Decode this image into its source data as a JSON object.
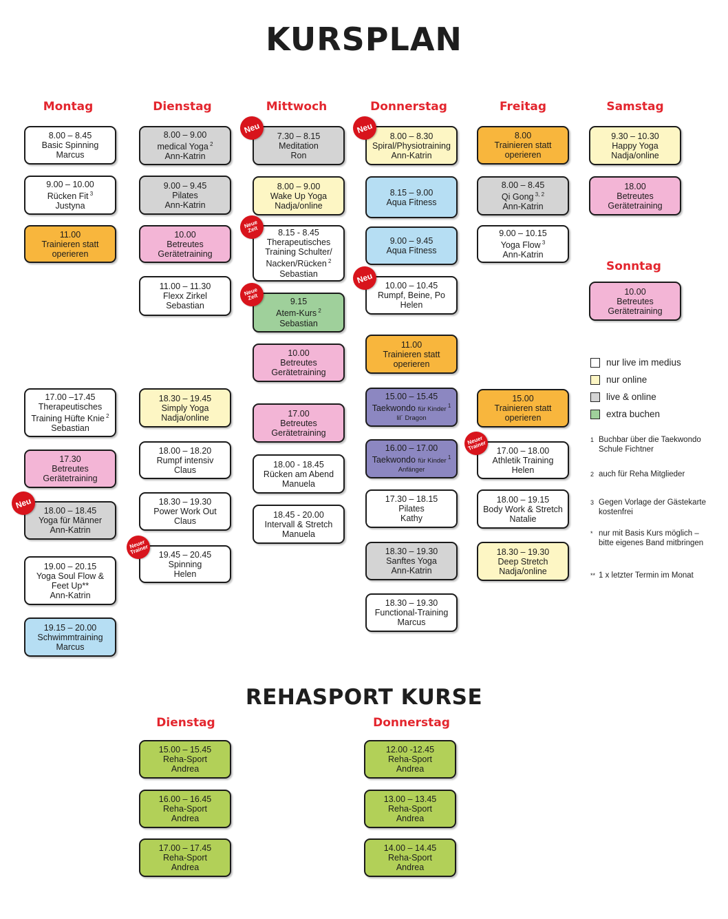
{
  "title": "KURSPLAN",
  "reha_title": "REHASPORT KURSE",
  "colors": {
    "white": "#ffffff",
    "gray": "#d4d4d4",
    "yellow": "#fdf6c4",
    "orange": "#f8b63d",
    "pink": "#f3b5d6",
    "blue": "#b6def3",
    "green": "#9fd09b",
    "purple": "#8c87c1",
    "lime": "#b2d058",
    "heading_red": "#e3262e"
  },
  "days": {
    "montag": "Montag",
    "dienstag": "Dienstag",
    "mittwoch": "Mittwoch",
    "donnerstag": "Donnerstag",
    "freitag": "Freitag",
    "samstag": "Samstag",
    "sonntag": "Sonntag"
  },
  "badges": {
    "neu": "Neu",
    "neue_zeit": [
      "Neue",
      "Zeit"
    ],
    "neuer_trainer": [
      "Neuer",
      "Trainer"
    ]
  },
  "schedule": {
    "montag": [
      {
        "time": "8.00 – 8.45",
        "name": "Basic Spinning",
        "sup": "",
        "trainer": "Marcus",
        "color": "white"
      },
      {
        "time": "9.00 – 10.00",
        "name": "Rücken Fit",
        "sup": "3",
        "trainer": "Justyna",
        "color": "white"
      },
      {
        "time": "11.00",
        "name": "Trainieren statt",
        "sup": "",
        "trainer": "operieren",
        "color": "orange"
      },
      {
        "time": "17.00 –17.45",
        "name": "Therapeutisches",
        "name2": "Training Hüfte Knie",
        "sup": "2",
        "trainer": "Sebastian",
        "color": "white"
      },
      {
        "time": "17.30",
        "name": "Betreutes",
        "sup": "",
        "trainer": "Gerätetraining",
        "color": "pink"
      },
      {
        "time": "18.00 – 18.45",
        "name": "Yoga für Männer",
        "sup": "",
        "trainer": "Ann-Katrin",
        "color": "gray",
        "badge": "neu"
      },
      {
        "time": "19.00 – 20.15",
        "name": "Yoga Soul Flow &",
        "name2": "Feet Up**",
        "sup": "",
        "trainer": "Ann-Katrin",
        "color": "white"
      },
      {
        "time": "19.15 – 20.00",
        "name": "Schwimmtraining",
        "sup": "",
        "trainer": "Marcus",
        "color": "blue"
      }
    ],
    "dienstag": [
      {
        "time": "8.00 – 9.00",
        "name": "medical Yoga",
        "sup": "2",
        "trainer": "Ann-Katrin",
        "color": "gray"
      },
      {
        "time": "9.00 – 9.45",
        "name": "Pilates",
        "sup": "",
        "trainer": "Ann-Katrin",
        "color": "gray"
      },
      {
        "time": "10.00",
        "name": "Betreutes",
        "sup": "",
        "trainer": "Gerätetraining",
        "color": "pink"
      },
      {
        "time": "11.00 – 11.30",
        "name": "Flexx Zirkel",
        "sup": "",
        "trainer": "Sebastian",
        "color": "white"
      },
      {
        "time": "18.30 – 19.45",
        "name": "Simply Yoga",
        "sup": "",
        "trainer": "Nadja/online",
        "color": "yellow"
      },
      {
        "time": "18.00 – 18.20",
        "name": "Rumpf intensiv",
        "sup": "",
        "trainer": "Claus",
        "color": "white"
      },
      {
        "time": "18.30 – 19.30",
        "name": "Power Work Out",
        "sup": "",
        "trainer": "Claus",
        "color": "white"
      },
      {
        "time": "19.45 – 20.45",
        "name": "Spinning",
        "sup": "",
        "trainer": "Helen",
        "color": "white",
        "badge": "neuer_trainer"
      }
    ],
    "mittwoch": [
      {
        "time": "7.30 – 8.15",
        "name": "Meditation",
        "sup": "",
        "trainer": "Ron",
        "color": "gray",
        "badge": "neu"
      },
      {
        "time": "8.00 – 9.00",
        "name": "Wake Up Yoga",
        "sup": "",
        "trainer": "Nadja/online",
        "color": "yellow"
      },
      {
        "time": "8.15 - 8.45",
        "name": "Therapeutisches",
        "name2": "Training Schulter/",
        "name3": "Nacken/Rücken",
        "sup": "2",
        "trainer": "Sebastian",
        "color": "white",
        "badge": "neue_zeit"
      },
      {
        "time": "9.15",
        "name": "Atem-Kurs",
        "sup": "2",
        "trainer": "Sebastian",
        "color": "green",
        "badge": "neue_zeit"
      },
      {
        "time": "10.00",
        "name": "Betreutes",
        "sup": "",
        "trainer": "Gerätetraining",
        "color": "pink"
      },
      {
        "time": "17.00",
        "name": "Betreutes",
        "sup": "",
        "trainer": "Gerätetraining",
        "color": "pink"
      },
      {
        "time": "18.00 - 18.45",
        "name": "Rücken am Abend",
        "sup": "",
        "trainer": "Manuela",
        "color": "white"
      },
      {
        "time": "18.45 - 20.00",
        "name": "Intervall & Stretch",
        "sup": "",
        "trainer": "Manuela",
        "color": "white"
      }
    ],
    "donnerstag": [
      {
        "time": "8.00 – 8.30",
        "name": "Spiral/Physiotraining",
        "sup": "",
        "trainer": "Ann-Katrin",
        "color": "yellow",
        "badge": "neu"
      },
      {
        "time": "8.15 – 9.00",
        "name": "Aqua Fitness",
        "sup": "",
        "trainer": "",
        "color": "blue"
      },
      {
        "time": "9.00 – 9.45",
        "name": "Aqua Fitness",
        "sup": "",
        "trainer": "",
        "color": "blue"
      },
      {
        "time": "10.00 – 10.45",
        "name": "Rumpf, Beine, Po",
        "sup": "",
        "trainer": "Helen",
        "color": "white",
        "badge": "neu"
      },
      {
        "time": "11.00",
        "name": "Trainieren statt",
        "sup": "",
        "trainer": "operieren",
        "color": "orange"
      },
      {
        "time": "15.00 – 15.45",
        "name": "Taekwondo",
        "small": "für Kinder",
        "sup": "1",
        "trainer": "lil´ Dragon",
        "color": "purple"
      },
      {
        "time": "16.00 – 17.00",
        "name": "Taekwondo",
        "small": "für Kinder",
        "sup": "1",
        "trainer": "Anfänger",
        "color": "purple"
      },
      {
        "time": "17.30 – 18.15",
        "name": "Pilates",
        "sup": "",
        "trainer": "Kathy",
        "color": "white"
      },
      {
        "time": "18.30 – 19.30",
        "name": "Sanftes Yoga",
        "sup": "",
        "trainer": "Ann-Katrin",
        "color": "gray"
      },
      {
        "time": "18.30 – 19.30",
        "name": "Functional-Training",
        "sup": "",
        "trainer": "Marcus",
        "color": "white"
      }
    ],
    "freitag": [
      {
        "time": "8.00",
        "name": "Trainieren statt",
        "sup": "",
        "trainer": "operieren",
        "color": "orange"
      },
      {
        "time": "8.00 – 8.45",
        "name": "Qi Gong",
        "sup": "3, 2",
        "trainer": "Ann-Katrin",
        "color": "gray"
      },
      {
        "time": "9.00 – 10.15",
        "name": "Yoga Flow",
        "sup": "3",
        "trainer": "Ann-Katrin",
        "color": "white"
      },
      {
        "time": "15.00",
        "name": "Trainieren statt",
        "sup": "",
        "trainer": "operieren",
        "color": "orange"
      },
      {
        "time": "17.00 – 18.00",
        "name": "Athletik Training",
        "sup": "",
        "trainer": "Helen",
        "color": "white",
        "badge": "neuer_trainer"
      },
      {
        "time": "18.00 – 19.15",
        "name": "Body Work & Stretch",
        "sup": "",
        "trainer": "Natalie",
        "color": "white"
      },
      {
        "time": "18.30 – 19.30",
        "name": "Deep Stretch",
        "sup": "",
        "trainer": "Nadja/online",
        "color": "yellow"
      }
    ],
    "samstag": [
      {
        "time": "9.30 – 10.30",
        "name": "Happy Yoga",
        "sup": "",
        "trainer": "Nadja/online",
        "color": "yellow"
      },
      {
        "time": "18.00",
        "name": "Betreutes",
        "sup": "",
        "trainer": "Gerätetraining",
        "color": "pink"
      }
    ],
    "sonntag": [
      {
        "time": "10.00",
        "name": "Betreutes",
        "sup": "",
        "trainer": "Gerätetraining",
        "color": "pink"
      }
    ]
  },
  "reha": {
    "dienstag": [
      {
        "time": "15.00 – 15.45",
        "name": "Reha-Sport",
        "trainer": "Andrea"
      },
      {
        "time": "16.00 – 16.45",
        "name": "Reha-Sport",
        "trainer": "Andrea"
      },
      {
        "time": "17.00 – 17.45",
        "name": "Reha-Sport",
        "trainer": "Andrea"
      }
    ],
    "donnerstag": [
      {
        "time": "12.00 -12.45",
        "name": "Reha-Sport",
        "trainer": "Andrea"
      },
      {
        "time": "13.00 – 13.45",
        "name": "Reha-Sport",
        "trainer": "Andrea"
      },
      {
        "time": "14.00 – 14.45",
        "name": "Reha-Sport",
        "trainer": "Andrea"
      }
    ]
  },
  "legend": [
    {
      "label": "nur live im medius",
      "color": "white"
    },
    {
      "label": "nur online",
      "color": "yellow"
    },
    {
      "label": "live & online",
      "color": "gray"
    },
    {
      "label": "extra buchen",
      "color": "green"
    }
  ],
  "notes": [
    {
      "mark": "1",
      "text": "Buchbar über die Taekwondo Schule Fichtner"
    },
    {
      "mark": "2",
      "text": "auch für Reha Mitglieder"
    },
    {
      "mark": "3",
      "text": "Gegen Vorlage der Gästekarte kostenfrei"
    },
    {
      "mark": "*",
      "text": "nur mit Basis Kurs möglich – bitte eigenes Band mitbringen"
    },
    {
      "mark": "**",
      "text": "1 x letzter Termin im Monat"
    }
  ]
}
